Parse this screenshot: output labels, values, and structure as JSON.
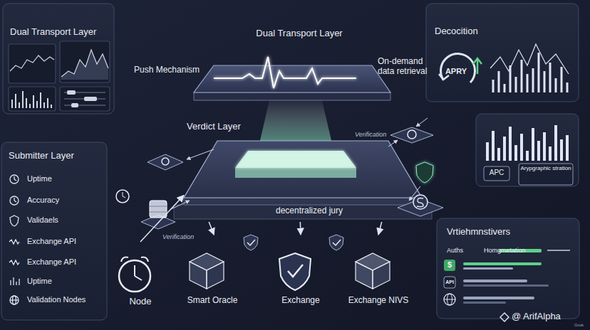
{
  "diagram": {
    "nodes": [
      {
        "text": [
          "Dual Transport Layer"
        ]
      },
      {
        "text": [
          "Dual Transport Layer"
        ]
      },
      {
        "text": [
          "Decocition",
          "APRY"
        ]
      },
      {
        "text": [
          "Submitter Layer",
          "Uptime",
          "Accuracy",
          "Validaels",
          "Exchange API",
          "Exchange API",
          "Uptime",
          "Validation Nodes"
        ]
      },
      {
        "text": [
          "Verdict Layer",
          "decentralized jury"
        ]
      },
      {
        "text": [
          "APC",
          "Arypgraphic stration"
        ]
      },
      {
        "text": [
          "Vrtiehmnstivers",
          "Auths",
          "Homgmetation",
          "$",
          "API"
        ]
      },
      {
        "text": [
          "Node"
        ]
      },
      {
        "text": [
          "Smart Oracle"
        ]
      },
      {
        "text": [
          "Exchange"
        ]
      },
      {
        "text": [
          "Exchange NIVS"
        ]
      }
    ],
    "edges": [
      {
        "from": 7,
        "to": 4,
        "arrow": "to"
      },
      {
        "from": 4,
        "to": 8,
        "arrow": "to"
      },
      {
        "from": 4,
        "to": 9,
        "arrow": "to"
      },
      {
        "from": 4,
        "to": 10,
        "arrow": "to"
      }
    ],
    "labels": [
      "Push Mechanism",
      "On-demand data retrieval",
      "Verification",
      "Verification",
      "@ ArifAlpha",
      "Grok"
    ]
  }
}
